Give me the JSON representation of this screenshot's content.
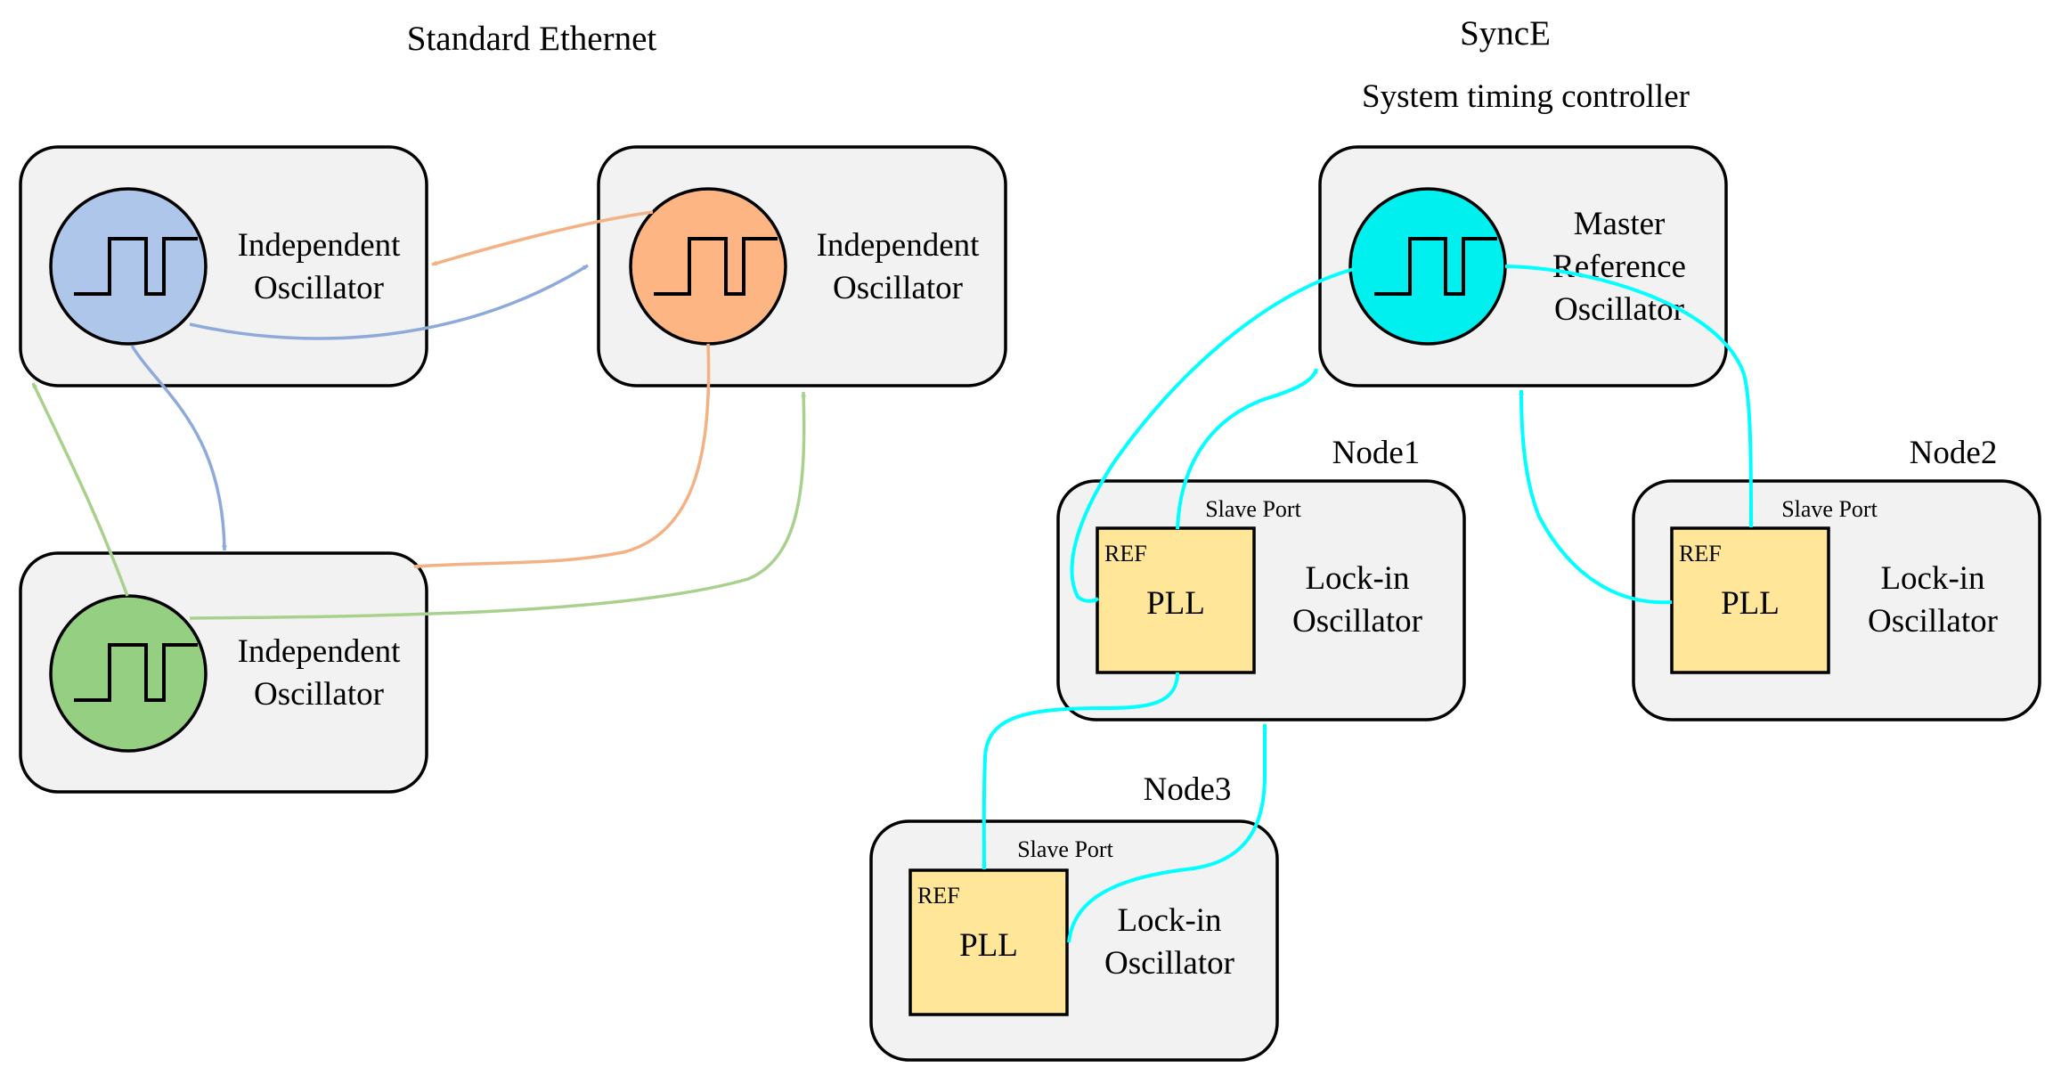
{
  "titles": {
    "left": "Standard Ethernet",
    "right": "SyncE",
    "controller": "System timing controller"
  },
  "standard_ethernet": {
    "osc_top_left": {
      "line1": "Independent",
      "line2": "Oscillator"
    },
    "osc_top_right": {
      "line1": "Independent",
      "line2": "Oscillator"
    },
    "osc_bottom_left": {
      "line1": "Independent",
      "line2": "Oscillator"
    }
  },
  "synce": {
    "master": {
      "line1": "Master",
      "line2": "Reference",
      "line3": "Oscillator"
    },
    "node1": {
      "name": "Node1",
      "slave_port": "Slave Port",
      "ref": "REF",
      "pll": "PLL",
      "line1": "Lock-in",
      "line2": "Oscillator"
    },
    "node2": {
      "name": "Node2",
      "slave_port": "Slave Port",
      "ref": "REF",
      "pll": "PLL",
      "line1": "Lock-in",
      "line2": "Oscillator"
    },
    "node3": {
      "name": "Node3",
      "slave_port": "Slave Port",
      "ref": "REF",
      "pll": "PLL",
      "line1": "Lock-in",
      "line2": "Oscillator"
    }
  },
  "colors": {
    "blue": "#8eaadb",
    "orange": "#f4b183",
    "green": "#a9d18e",
    "cyan": "#00ffff",
    "blue_fill": "#adc6ea",
    "orange_fill": "#fdb683",
    "green_fill": "#94cf82",
    "cyan_fill": "#00f0f0",
    "pll_fill": "#ffe699"
  }
}
